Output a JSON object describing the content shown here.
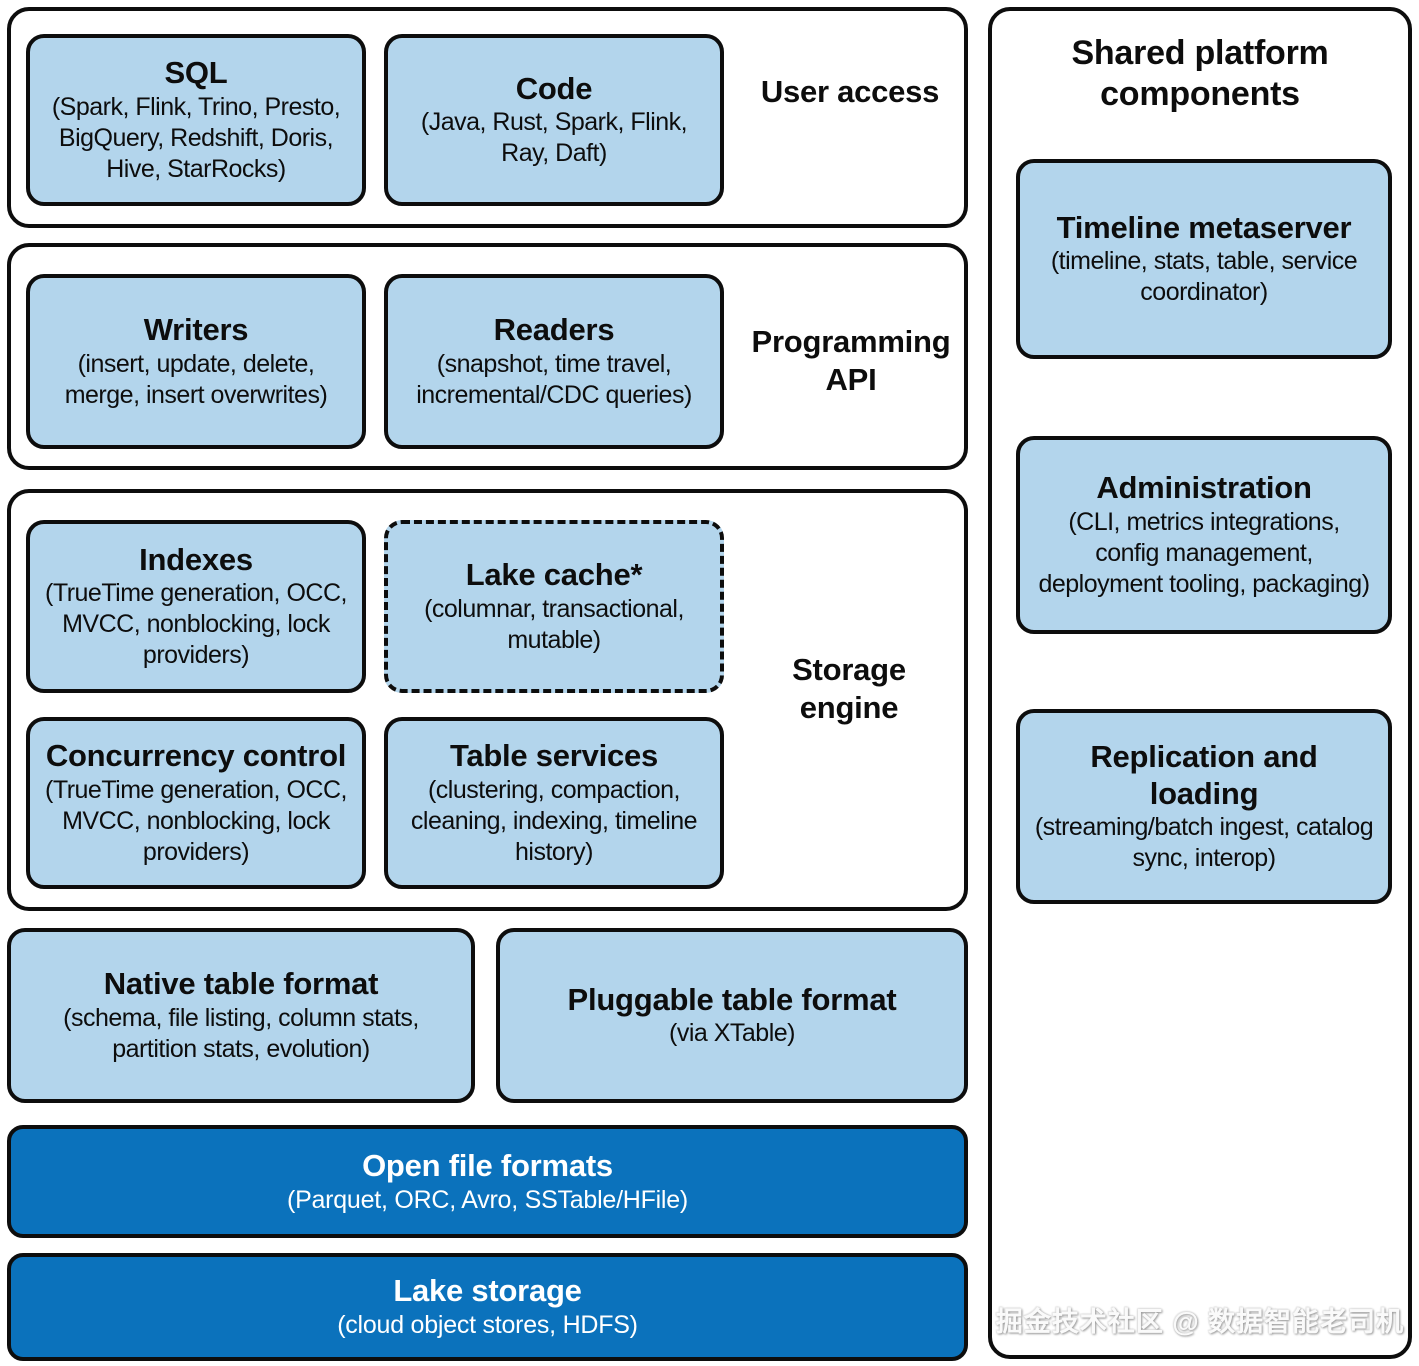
{
  "colors": {
    "box_fill": "#b3d5ec",
    "bar_fill": "#0b72bc",
    "ink": "#0d0d0d"
  },
  "user_access": {
    "label": "User access",
    "sql": {
      "title": "SQL",
      "sub": "(Spark, Flink, Trino, Presto, BigQuery, Redshift, Doris, Hive, StarRocks)"
    },
    "code": {
      "title": "Code",
      "sub": "(Java, Rust, Spark, Flink, Ray, Daft)"
    }
  },
  "programming_api": {
    "label": "Programming API",
    "writers": {
      "title": "Writers",
      "sub": "(insert, update, delete, merge, insert overwrites)"
    },
    "readers": {
      "title": "Readers",
      "sub": "(snapshot, time travel, incremental/CDC queries)"
    }
  },
  "storage_engine": {
    "label": "Storage engine",
    "indexes": {
      "title": "Indexes",
      "sub": "(TrueTime generation, OCC, MVCC, nonblocking, lock providers)"
    },
    "lake_cache": {
      "title": "Lake cache*",
      "sub": "(columnar, transactional, mutable)"
    },
    "concurrency": {
      "title": "Concurrency control",
      "sub": "(TrueTime generation, OCC, MVCC, nonblocking, lock providers)"
    },
    "table_services": {
      "title": "Table services",
      "sub": "(clustering, compaction, cleaning, indexing, timeline history)"
    }
  },
  "formats": {
    "native": {
      "title": "Native table format",
      "sub": "(schema, file listing, column stats, partition stats, evolution)"
    },
    "pluggable": {
      "title": "Pluggable table format",
      "sub": "(via XTable)"
    }
  },
  "bars": {
    "open_file_formats": {
      "title": "Open file formats",
      "sub": "(Parquet, ORC, Avro, SSTable/HFile)"
    },
    "lake_storage": {
      "title": "Lake storage",
      "sub": "(cloud object stores, HDFS)"
    }
  },
  "shared": {
    "title": "Shared platform components",
    "timeline": {
      "title": "Timeline metaserver",
      "sub": "(timeline, stats, table, service coordinator)"
    },
    "administration": {
      "title": "Administration",
      "sub": "(CLI, metrics integrations, config management, deployment tooling, packaging)"
    },
    "replication": {
      "title": "Replication and loading",
      "sub": "(streaming/batch ingest, catalog sync, interop)"
    }
  },
  "watermark": "掘金技术社区 @ 数据智能老司机"
}
